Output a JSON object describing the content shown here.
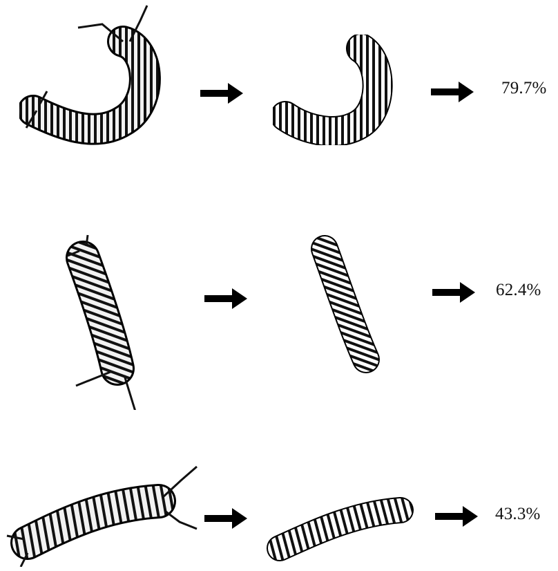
{
  "rows": [
    {
      "result": "79.7%"
    },
    {
      "result": "62.4%"
    },
    {
      "result": "43.3%"
    }
  ],
  "colors": {
    "stripe": "#111111",
    "body": "#f4f4f4",
    "arrow": "#000000"
  },
  "icons": {
    "arrow": "right-arrow-icon",
    "caterpillar": "caterpillar-image"
  }
}
